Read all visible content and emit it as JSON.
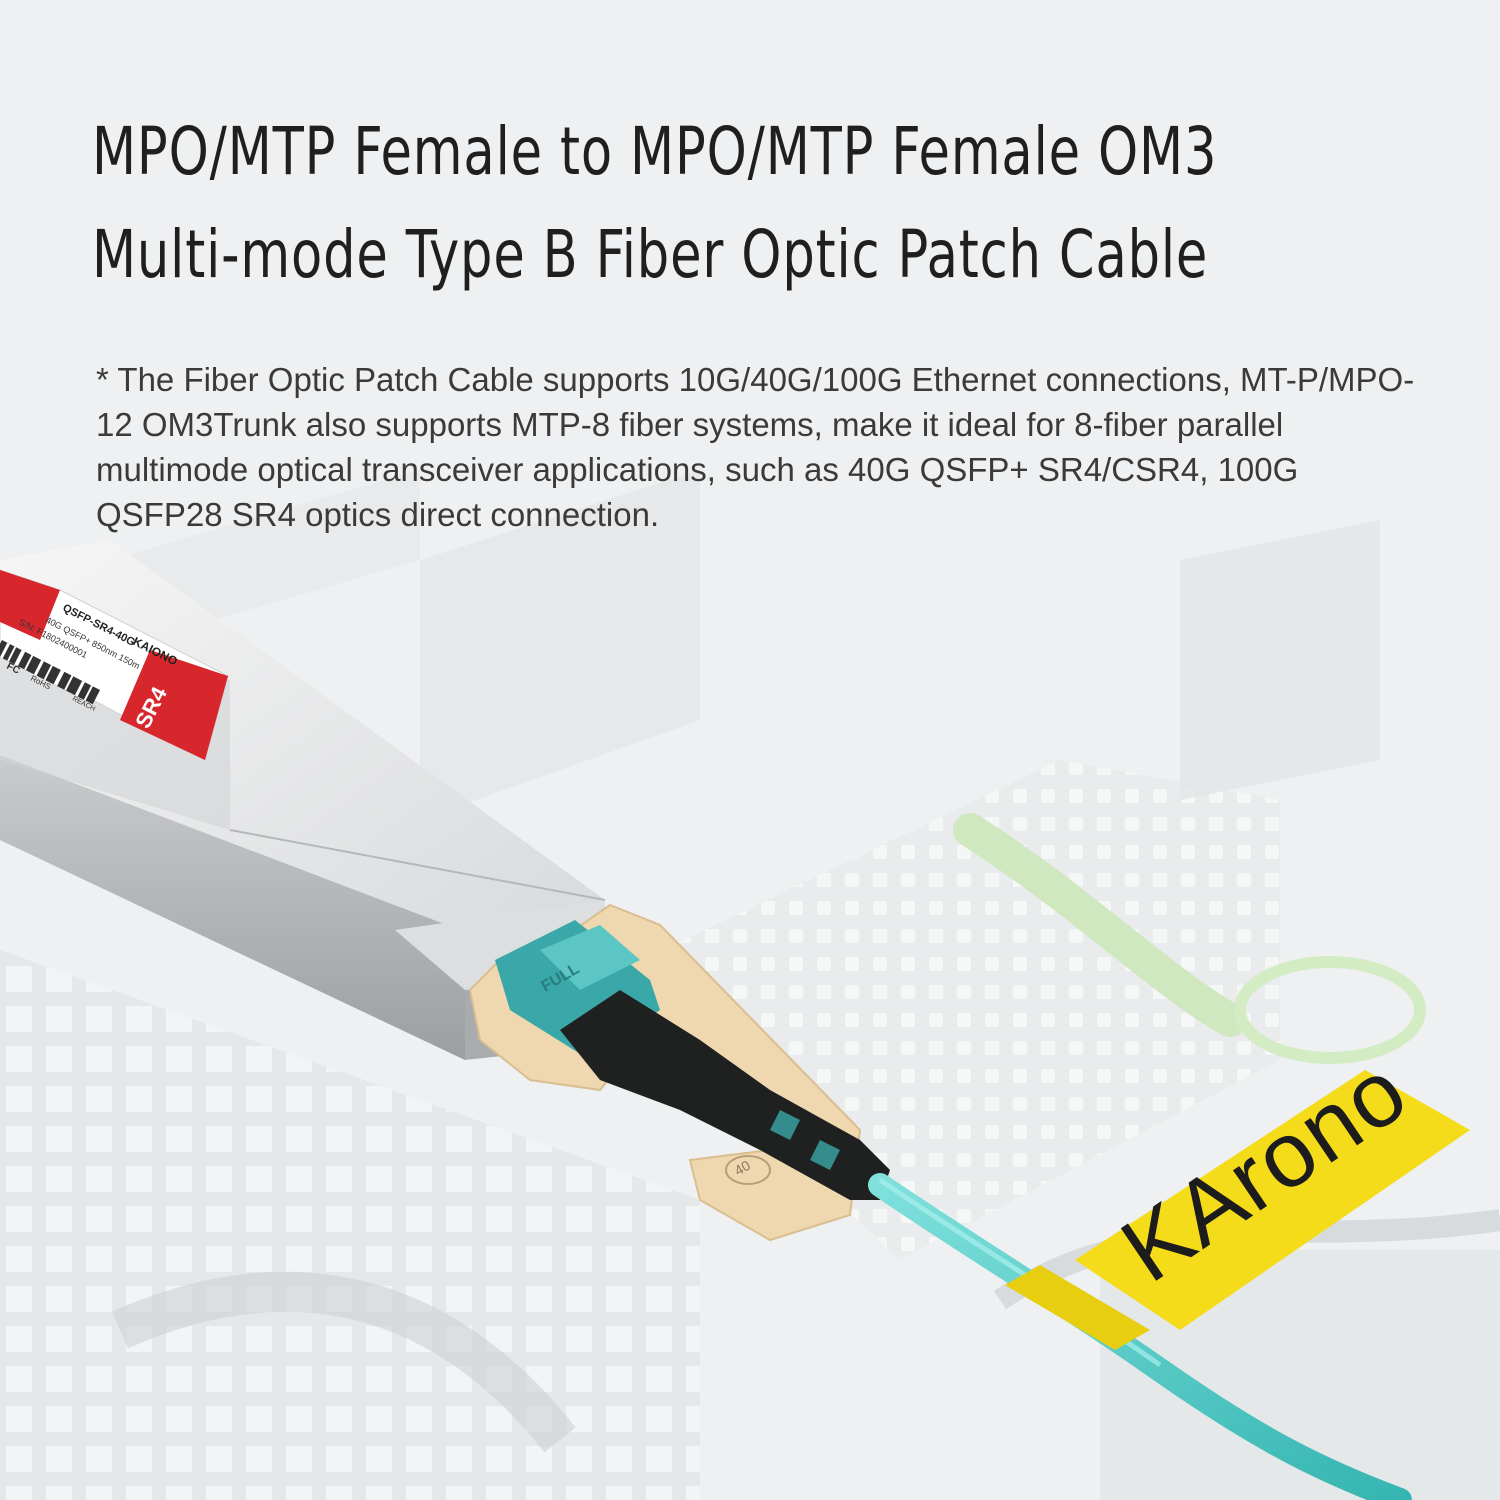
{
  "title": {
    "line1": "MPO/MTP Female to MPO/MTP Female OM3",
    "line2": "Multi-mode Type B Fiber Optic Patch Cable"
  },
  "description": "* The Fiber Optic Patch Cable supports 10G/40G/100G Ethernet connections, MT-P/MPO-12 OM3Trunk also supports MTP-8 fiber systems, make it ideal for 8-fiber parallel multimode optical transceiver applications, such as 40G QSFP+ SR4/CSR4, 100G QSFP28 SR4 optics direct connection.",
  "module_label": {
    "part_number": "QSFP-SR4-40G",
    "brand": "KAIONO",
    "spec": "40G QSFP+ 850nm 150m",
    "serial": "S/N: F1802400001",
    "badge": "SR4",
    "cert_fc": "FC",
    "cert_rohs": "RoHS",
    "cert_reach": "REACH"
  },
  "connector_text": "FULL",
  "boot_text": "40",
  "cable_tag_brand": "KArono",
  "colors": {
    "aqua_cable": "#4fcfcc",
    "connector_teal": "#3aa8a8",
    "tag_yellow": "#f5dc1a",
    "label_red": "#d8262d",
    "pull_tab": "#efd8b0"
  }
}
